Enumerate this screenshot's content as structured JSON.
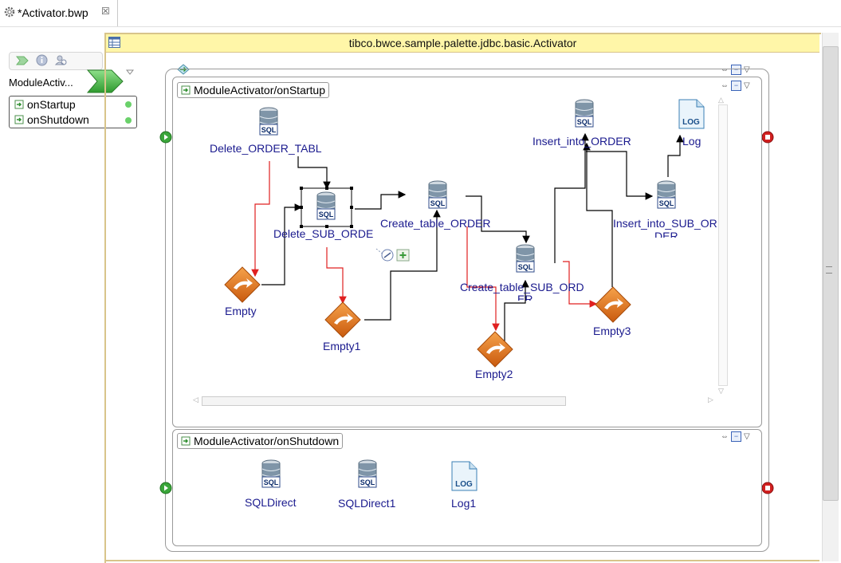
{
  "editor": {
    "tab_title": "*Activator.bwp",
    "close_glyph": "☒"
  },
  "left_panel": {
    "title": "ModuleActiv...",
    "toolbar_icons": [
      "chevron-icon",
      "info-icon",
      "search-user-icon"
    ],
    "items": [
      {
        "label": "onStartup"
      },
      {
        "label": "onShutdown"
      }
    ]
  },
  "process": {
    "title": "tibco.bwce.sample.palette.jdbc.basic.Activator"
  },
  "startup": {
    "label": "ModuleActivator/onStartup",
    "nodes": {
      "delete_order": "Delete_ORDER_TABL",
      "delete_sub_order": "Delete_SUB_ORDE",
      "create_order": "Create_table_ORDER",
      "create_sub_order": "Create_table_SUB_ORD",
      "create_sub_order_2": "ER",
      "insert_order": "Insert_into_ORDER",
      "insert_sub_order": "Insert_into_SUB_OR",
      "insert_sub_order_2": "DER",
      "log": "Log",
      "empty": "Empty",
      "empty1": "Empty1",
      "empty2": "Empty2",
      "empty3": "Empty3"
    }
  },
  "shutdown": {
    "label": "ModuleActivator/onShutdown",
    "nodes": {
      "sqldirect": "SQLDirect",
      "sqldirect1": "SQLDirect1",
      "log1": "Log1"
    }
  },
  "icon_text": {
    "sql": "SQL",
    "log": "LOG"
  },
  "colors": {
    "accent_header": "#fff6a8",
    "flow_red": "#e02020",
    "flow_black": "#000000",
    "start_green": "#3aa63a",
    "end_red": "#d11f1f",
    "empty_orange": "#e8771e"
  }
}
